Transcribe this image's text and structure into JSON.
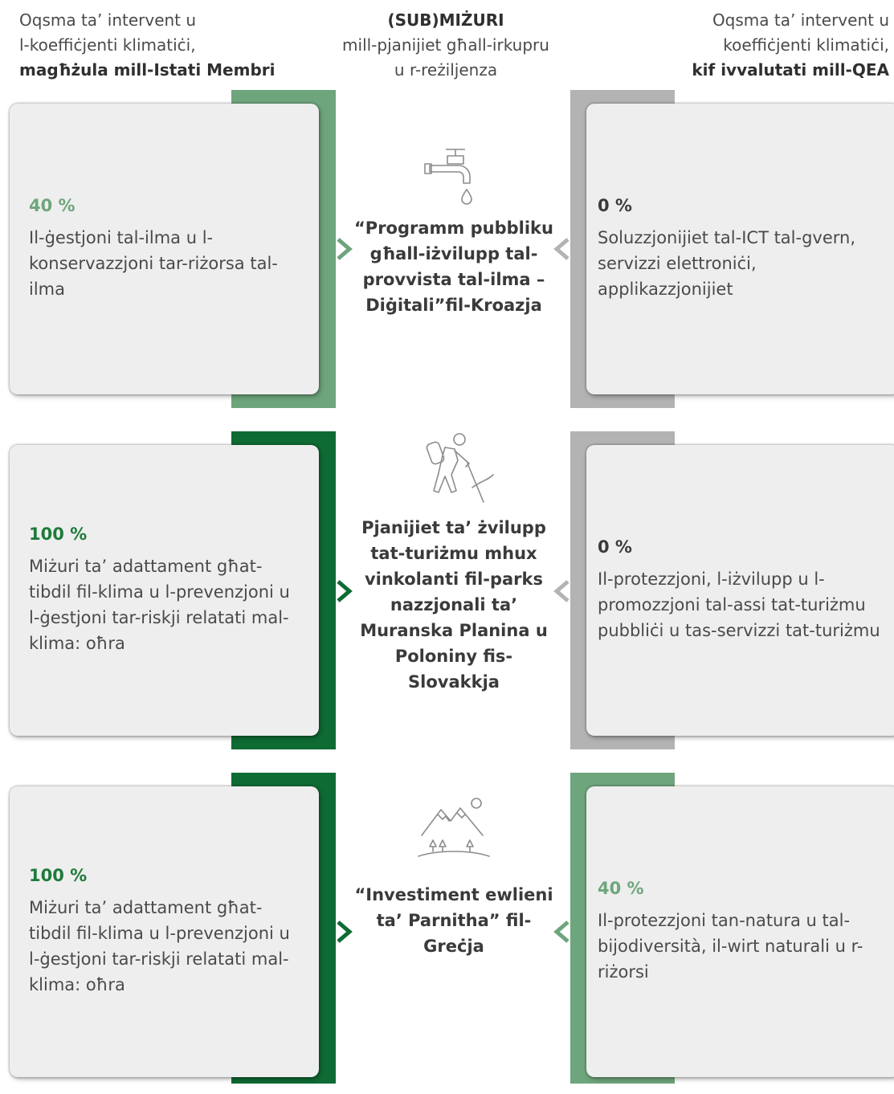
{
  "header": {
    "left_line1": "Oqsma ta’ intervent u",
    "left_line2": "l-koeffiċjenti klimatiċi,",
    "left_bold": "magħżula mill-Istati Membri",
    "center_bold": "(SUB)MIŻURI",
    "center_line1": "mill-pjanijiet għall-irkupru",
    "center_line2": "u r-reżiljenza",
    "right_line1": "Oqsma ta’ intervent u",
    "right_line2": "koeffiċjenti klimatiċi,",
    "right_bold": "kif ivvalutati mill-QEA"
  },
  "colors": {
    "pct40": "#6ea57c",
    "pct100": "#1e7a3a",
    "pct0": "#3a3a3a",
    "bar_light_green": "#6ea57c",
    "bar_dark_green": "#0e6b33",
    "bar_grey": "#b3b3b3"
  },
  "rows": [
    {
      "left": {
        "pct": "40 %",
        "desc": "Il-ġestjoni tal-ilma u l-konservazzjoni tar-riżorsa tal-ilma"
      },
      "center": {
        "icon": "water-tap-icon",
        "text": "“Programm pubbliku għall-iżvilupp tal-provvista tal-ilma – Diġitali”fil-Kroazja"
      },
      "right": {
        "pct": "0 %",
        "desc": "Soluzzjonijiet tal-ICT tal-gvern, servizzi elettroniċi, applikazzjonijiet"
      }
    },
    {
      "left": {
        "pct": "100 %",
        "desc": "Miżuri ta’ adattament għat-tibdil fil-klima u l-prevenzjoni u l-ġestjoni tar-riskji relatati mal-klima: oħra"
      },
      "center": {
        "icon": "hiker-icon",
        "text": "Pjanijiet ta’ żvilupp tat-turiżmu mhux vinkolanti fil-parks nazzjonali ta’ Muranska Planina u Poloniny fis-Slovakkja"
      },
      "right": {
        "pct": "0 %",
        "desc": "Il-protezzjoni, l-iżvilupp u l-promozzjoni tal-assi tat-turiżmu pubbliċi u tas-servizzi tat-turiżmu"
      }
    },
    {
      "left": {
        "pct": "100 %",
        "desc": "Miżuri ta’ adattament għat-tibdil fil-klima u l-prevenzjoni u l-ġestjoni tar-riskji relatati mal-klima: oħra"
      },
      "center": {
        "icon": "mountains-icon",
        "text": "“Investiment ewlieni ta’ Parnitha” fil-Greċja"
      },
      "right": {
        "pct": "40 %",
        "desc": "Il-protezzjoni tan-natura u tal-bijodiversità, il-wirt naturali u r-riżorsi"
      }
    }
  ]
}
